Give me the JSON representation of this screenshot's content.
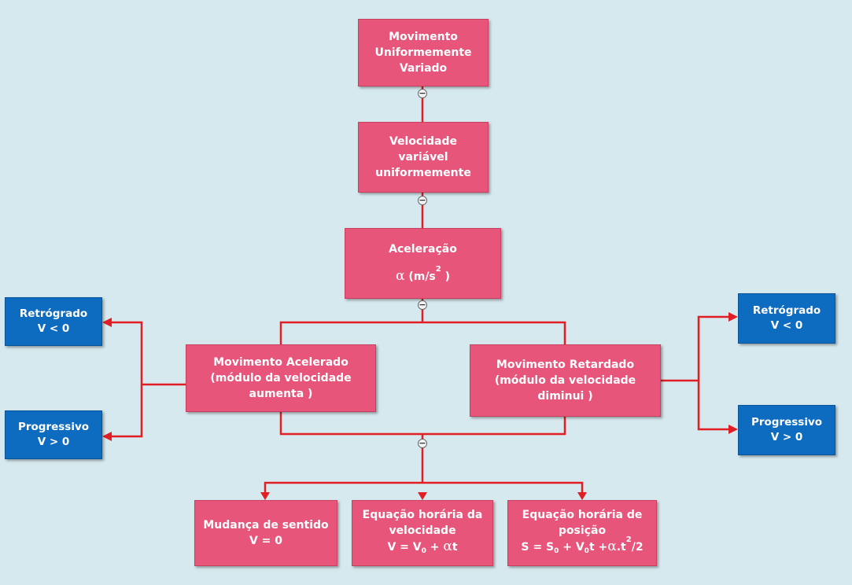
{
  "nodes": {
    "muv": {
      "lines": [
        "Movimento",
        "Uniformemente",
        "Variado"
      ]
    },
    "velocidade": {
      "lines": [
        "Velocidade",
        "variável",
        "uniformemente"
      ]
    },
    "aceleracao": {
      "title": "Aceleração",
      "alpha": "α",
      "unit_open": " (m/s",
      "unit_sup": "2",
      "unit_close": " )"
    },
    "acelerado": {
      "lines": [
        "Movimento Acelerado",
        "(módulo da velocidade",
        "aumenta )"
      ]
    },
    "retardado": {
      "lines": [
        "Movimento Retardado",
        "(módulo da velocidade",
        "diminui )"
      ]
    },
    "left_retrogrado": {
      "lines": [
        "Retrógrado",
        "V < 0"
      ]
    },
    "left_progressivo": {
      "lines": [
        "Progressivo",
        "V > 0"
      ]
    },
    "right_retrogrado": {
      "lines": [
        "Retrógrado",
        "V < 0"
      ]
    },
    "right_progressivo": {
      "lines": [
        "Progressivo",
        "V > 0"
      ]
    },
    "mudanca": {
      "line1": "Mudança de sentido",
      "line2": "V  = 0"
    },
    "eq_velocidade": {
      "line1": "Equação horária da",
      "line2": "velocidade",
      "eq_a": "V = V",
      "eq_sub": "0",
      "eq_b": " + ",
      "eq_alpha": "α",
      "eq_c": "t"
    },
    "eq_posicao": {
      "line1": "Equação horária de",
      "line2": "posição",
      "eq_a": "S = S",
      "eq_sub1": "0",
      "eq_b": " + V",
      "eq_sub2": "0",
      "eq_c": "t +",
      "eq_alpha": "α",
      "eq_d": ".t",
      "eq_sup": "2",
      "eq_e": "/2"
    }
  },
  "collapse_symbol": "−",
  "colors": {
    "pink": "#e8557a",
    "blue": "#0e6cc0",
    "connector": "#e01e24",
    "background": "#d6e9ef"
  }
}
